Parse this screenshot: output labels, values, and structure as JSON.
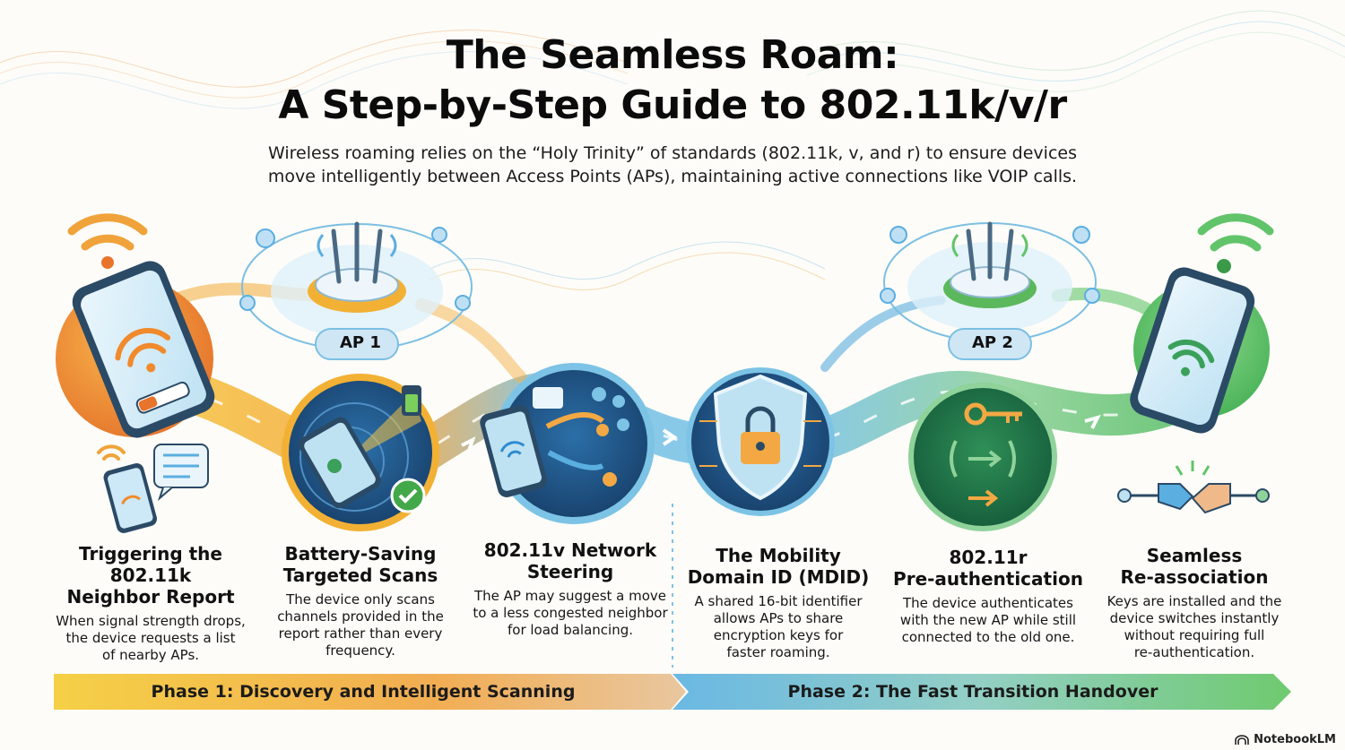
{
  "title": {
    "line1": "The Seamless Roam:",
    "line2": "A Step-by-Step Guide to 802.11k/v/r"
  },
  "subtitle": {
    "line1": "Wireless roaming relies on the “Holy Trinity” of standards (802.11k, v, and r) to ensure devices",
    "line2": "move intelligently between Access Points (APs), maintaining active connections like VOIP calls."
  },
  "access_points": [
    {
      "label": "AP 1",
      "color": "#f2b134"
    },
    {
      "label": "AP 2",
      "color": "#5cb85c"
    }
  ],
  "steps": [
    {
      "title_l1": "Triggering the 802.11k",
      "title_l2": "Neighbor Report",
      "desc": [
        "When signal strength drops,",
        "the device requests a list",
        "of nearby APs."
      ]
    },
    {
      "title_l1": "Battery-Saving",
      "title_l2": "Targeted Scans",
      "desc": [
        "The device only scans",
        "channels provided in the",
        "report rather than every",
        "frequency."
      ]
    },
    {
      "title_l1": "802.11v Network",
      "title_l2": "Steering",
      "desc": [
        "The AP may suggest a move",
        "to a less congested neighbor",
        "for load balancing."
      ]
    },
    {
      "title_l1": "The Mobility",
      "title_l2": "Domain ID (MDID)",
      "desc": [
        "A shared 16-bit identifier",
        "allows APs to share",
        "encryption keys for",
        "faster roaming."
      ]
    },
    {
      "title_l1": "802.11r",
      "title_l2": "Pre-authentication",
      "desc": [
        "The device authenticates",
        "with the new AP while still",
        "connected to the old one."
      ]
    },
    {
      "title_l1": "Seamless",
      "title_l2": "Re-association",
      "desc": [
        "Keys are installed and the",
        "device switches instantly",
        "without requiring full",
        "re-authentication."
      ]
    }
  ],
  "phases": [
    {
      "label": "Phase 1: Discovery and Intelligent Scanning"
    },
    {
      "label": "Phase 2: The Fast Transition Handover"
    }
  ],
  "colors": {
    "orange": "#f0a33a",
    "deep_orange": "#e8742c",
    "yellow": "#f6c445",
    "blue": "#5aaee0",
    "navy": "#1f4f82",
    "green": "#62c46a",
    "dark_green": "#3a9a4a"
  },
  "brand": {
    "label": "NotebookLM"
  }
}
